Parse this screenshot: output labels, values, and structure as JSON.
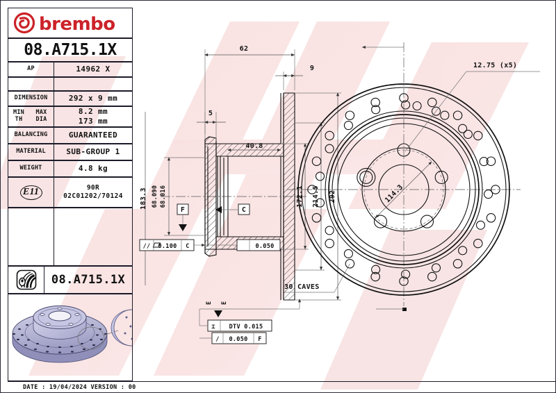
{
  "brand": {
    "name": "brembo",
    "logo_icon": "brembo-circle-b-icon",
    "color": "#cc2229"
  },
  "title_block": {
    "part_number": "08.A715.1X",
    "part_number_repeat": "08.A715.1X",
    "product_icon": "brake-disc-caliper-icon",
    "rows": [
      {
        "label": "AP",
        "value": "14962 X"
      },
      {
        "label": "",
        "value": ""
      },
      {
        "label": "DIMENSION",
        "value": "292 x 9 mm"
      },
      {
        "label": "MIN TH\nMAX DIA",
        "value": "8.2 mm\n173 mm"
      },
      {
        "label": "BALANCING",
        "value": "GUARANTEED"
      },
      {
        "label": "MATERIAL",
        "value": "SUB-GROUP 1"
      },
      {
        "label": "WEIGHT",
        "value": "4.8 kg"
      },
      {
        "label": "E11",
        "value": "90R\n02C01202/70124"
      }
    ],
    "dimension_label": "DIMENSION",
    "dimension_value": "292 x 9 mm",
    "min_th_label": "MIN TH",
    "max_dia_label": "MAX DIA",
    "min_th_value": "8.2 mm",
    "max_dia_value": "173 mm",
    "balancing_label": "BALANCING",
    "balancing_value": "GUARANTEED",
    "material_label": "MATERIAL",
    "material_value": "SUB-GROUP 1",
    "weight_label": "WEIGHT",
    "weight_value": "4.8 kg",
    "ap_label": "AP",
    "ap_value": "14962 X",
    "homolog_mark": "E11",
    "homolog_line1": "90R",
    "homolog_line2": "02C01202/70124"
  },
  "footer": {
    "text": "DATE : 19/04/2024 VERSION : 00"
  },
  "section_view": {
    "overall_width": "62",
    "disc_thickness": "9",
    "hat_offset": "5",
    "bore_depth": "40.8",
    "dia_outer_hat": "183.3",
    "dia_center_bore_max": "68.090",
    "dia_center_bore_min": "68.016",
    "dia_inner_friction": "172.1",
    "dia_mid": "214.5",
    "dia_outer": "292",
    "datum_f": "F",
    "datum_c": "C",
    "tol_parallel_symbol": "//",
    "tol_parallel_value": "0.100",
    "tol_parallel_datum": "C",
    "tol_flatness_value": "0.050",
    "tol_dtv_label": "DTV",
    "tol_dtv_value": "0.015",
    "tol_runout_value": "0.050",
    "tol_runout_datum": "F"
  },
  "face_view": {
    "bolt_hole_dia": "12.75 (x5)",
    "bolt_circle": "114.3",
    "drill_note": "30 CAVES"
  }
}
